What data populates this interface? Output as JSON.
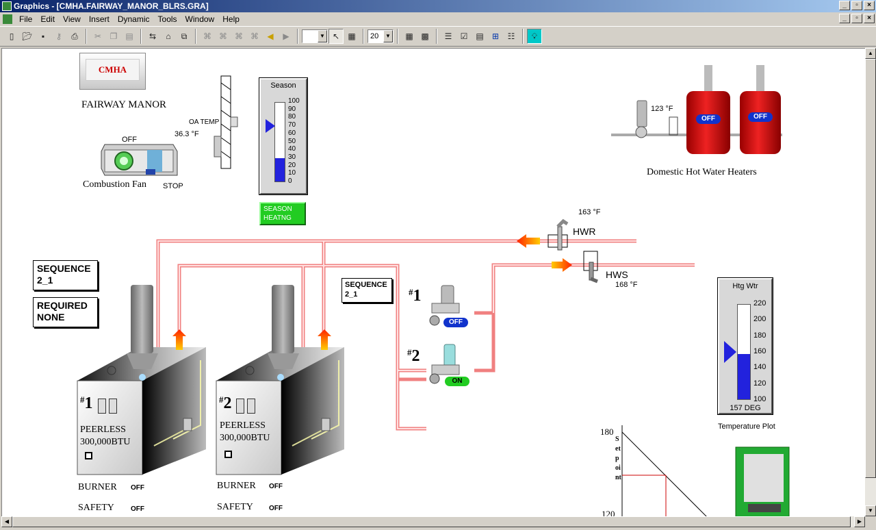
{
  "window": {
    "title": "Graphics - [CMHA.FAIRWAY_MANOR_BLRS.GRA]"
  },
  "menu": {
    "items": [
      "File",
      "Edit",
      "View",
      "Insert",
      "Dynamic",
      "Tools",
      "Window",
      "Help"
    ]
  },
  "toolbar": {
    "zoom_value": "20"
  },
  "graphic": {
    "logo_text": "CMHA",
    "site_name": "FAIRWAY MANOR",
    "oa_temp_label": "OA TEMP",
    "oa_temp_value": "36.3 °F",
    "combustion_fan": {
      "label": "Combustion Fan",
      "status": "OFF",
      "command": "STOP"
    },
    "season": {
      "title": "Season",
      "ticks": [
        "100",
        "90",
        "80",
        "70",
        "60",
        "50",
        "40",
        "30",
        "20",
        "10",
        "0"
      ],
      "level_percent": 30,
      "setpoint_percent": 70,
      "status_line1": "SEASON",
      "status_line2": "HEATNG"
    },
    "dhw": {
      "temp": "123 °F",
      "heater1_status": "OFF",
      "heater2_status": "OFF",
      "label": "Domestic Hot Water Heaters"
    },
    "hwr": {
      "label": "HWR",
      "temp": "163 °F"
    },
    "hws": {
      "label": "HWS",
      "temp": "168 °F"
    },
    "sequence_box": {
      "line1": "SEQUENCE",
      "line2": "2_1"
    },
    "required_box": {
      "line1": "REQUIRED",
      "line2": "NONE"
    },
    "sequence_small": {
      "line1": "SEQUENCE",
      "line2": "2_1"
    },
    "pump1": {
      "hash": "#",
      "num": "1",
      "status": "OFF"
    },
    "pump2": {
      "hash": "#",
      "num": "2",
      "status": "ON"
    },
    "boiler1": {
      "hash": "#",
      "num": "1",
      "make": "PEERLESS",
      "capacity": "300,000BTU",
      "burner_label": "BURNER",
      "burner_status": "OFF",
      "safety_label": "SAFETY",
      "safety_status": "OFF"
    },
    "boiler2": {
      "hash": "#",
      "num": "2",
      "make": "PEERLESS",
      "capacity": "300,000BTU",
      "burner_label": "BURNER",
      "burner_status": "OFF",
      "safety_label": "SAFETY",
      "safety_status": "OFF"
    },
    "htg_wtr": {
      "title": "Htg Wtr",
      "ticks": [
        "220",
        "200",
        "180",
        "160",
        "140",
        "120",
        "100"
      ],
      "value_text": "157 DEG",
      "value": 157,
      "min": 100,
      "max": 220,
      "setpoint": 160
    },
    "temperature_plot_label": "Temperature Plot",
    "reset_chart": {
      "y_top": "180",
      "y_bottom": "120",
      "axis_label": "Setpoint"
    }
  },
  "colors": {
    "pipe": "#f08080",
    "pipe_core": "#ffd8d8",
    "heater": "#dd1111",
    "status_off": "#0033cc",
    "status_on": "#22cc22",
    "season_status": "#22cc22"
  }
}
